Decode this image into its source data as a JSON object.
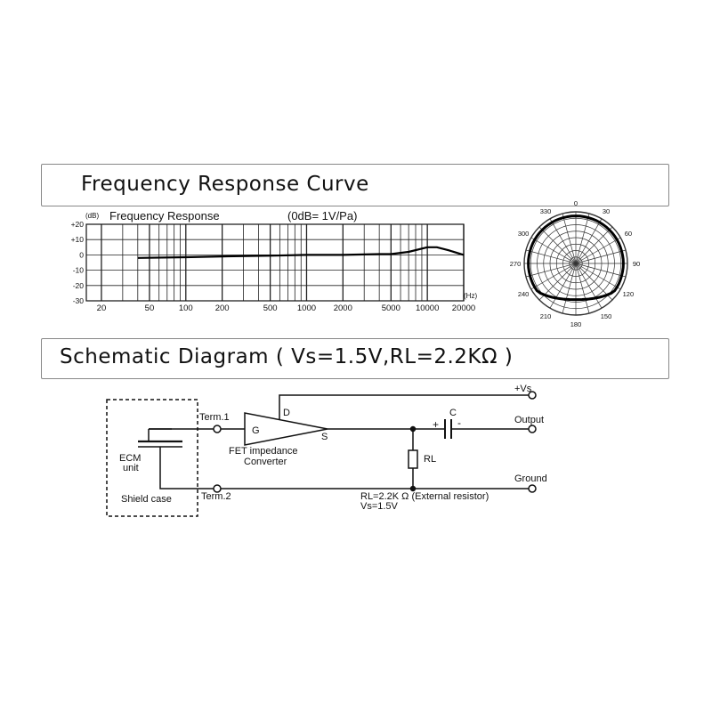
{
  "frequency_section": {
    "title": "Frequency  Response Curve"
  },
  "schematic_section": {
    "title": "Schematic  Diagram ( Vs=1.5V,RL=2.2KΩ )"
  },
  "chart_data": [
    {
      "type": "line",
      "title": "Frequency Response",
      "subtitle": "(0dB= 1V/Pa)",
      "ylabel": "(dB)",
      "xlabel": "(Hz)",
      "x_scale": "log",
      "xlim": [
        15,
        20000
      ],
      "ylim": [
        -30,
        20
      ],
      "x_ticks": [
        "20",
        "50",
        "100",
        "200",
        "500",
        "1000",
        "2000",
        "5000",
        "10000",
        "20000"
      ],
      "y_ticks": [
        "+20",
        "+10",
        "0",
        "-10",
        "-20",
        "-30"
      ],
      "series": [
        {
          "x": [
            40,
            100,
            200,
            500,
            1000,
            2000,
            4000,
            5000,
            7000,
            10000,
            12000,
            15000,
            20000
          ],
          "y": [
            -2,
            -1.5,
            -1,
            -0.5,
            0,
            0,
            0.5,
            0.5,
            2,
            5,
            5,
            3,
            0
          ]
        }
      ]
    },
    {
      "type": "polar",
      "angle_labels": [
        "0",
        "30",
        "60",
        "90",
        "120",
        "150",
        "180",
        "210",
        "240",
        "270",
        "300",
        "330"
      ],
      "pattern": "omnidirectional"
    }
  ],
  "schematic": {
    "labels": {
      "vs": "+Vs",
      "term1": "Term.1",
      "term2": "Term.2",
      "gate": "G",
      "drain": "D",
      "source": "S",
      "fet_line1": "FET impedance",
      "fet_line2": "Converter",
      "capacitor": "C",
      "cap_plus": "+",
      "cap_minus": "-",
      "output": "Output",
      "resistor": "RL",
      "ground": "Ground",
      "ecm_line1": "ECM",
      "ecm_line2": "unit",
      "shield": "Shield case",
      "rl_note": "RL=2.2K Ω (External resistor)",
      "vs_note": "Vs=1.5V"
    }
  }
}
